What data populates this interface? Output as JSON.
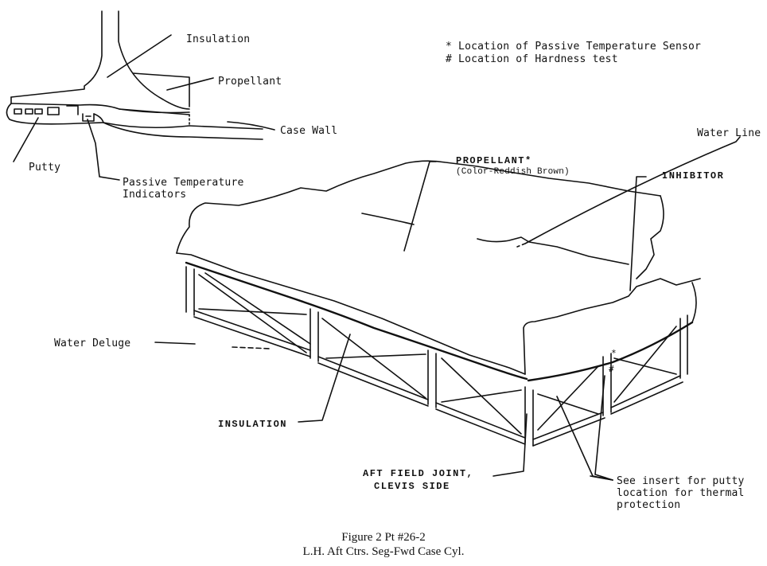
{
  "legend": {
    "sensor": "* Location of Passive Temperature Sensor",
    "hardness": "# Location of Hardness test"
  },
  "insert": {
    "insulation": "Insulation",
    "propellant": "Propellant",
    "case_wall": "Case Wall",
    "putty": "Putty",
    "indicators_line1": "Passive Temperature",
    "indicators_line2": "Indicators"
  },
  "main": {
    "propellant": "PROPELLANT*",
    "propellant_color": "(Color-Reddish Brown)",
    "water_line": "Water Line",
    "inhibitor": "INHIBITOR",
    "water_deluge": "Water Deluge",
    "insulation": "INSULATION",
    "aft_joint_line1": "AFT FIELD JOINT,",
    "aft_joint_line2": "CLEVIS SIDE",
    "see_insert_line1": "See insert for putty",
    "see_insert_line2": "location for thermal",
    "see_insert_line3": "protection"
  },
  "caption": {
    "line1": "Figure 2 Pt #26-2",
    "line2": "L.H. Aft Ctrs. Seg-Fwd Case Cyl."
  }
}
